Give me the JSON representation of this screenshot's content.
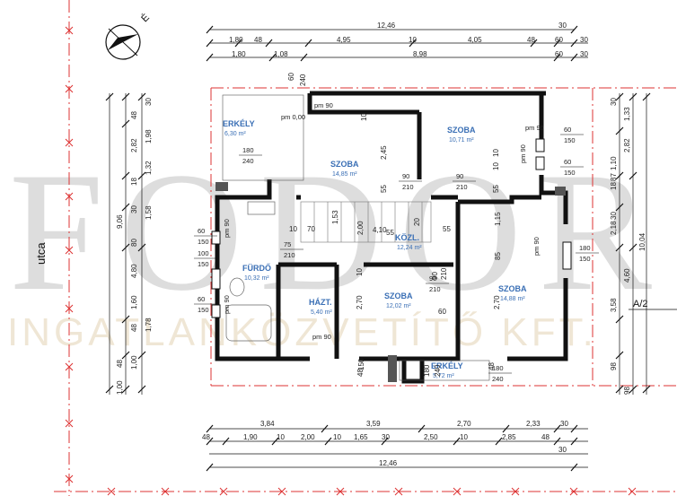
{
  "street": "utca",
  "north_mark": "É",
  "section_mark": "A/2",
  "watermark": {
    "brand": "FODOR",
    "tagline": "INGATLANKÖZVETÍTŐ KFT."
  },
  "rooms": [
    {
      "name": "ERKÉLY",
      "area": "6,30 m²"
    },
    {
      "name": "SZOBA",
      "area": "14,85 m²"
    },
    {
      "name": "SZOBA",
      "area": "10,71 m²"
    },
    {
      "name": "KÖZL.",
      "area": "12,24 m²"
    },
    {
      "name": "FÜRDŐ",
      "area": "10,32 m²"
    },
    {
      "name": "HÁZT.",
      "area": "5,40 m²"
    },
    {
      "name": "SZOBA",
      "area": "12,02 m²"
    },
    {
      "name": "SZOBA",
      "area": "14,88 m²"
    },
    {
      "name": "ERKÉLY",
      "area": "5,72 m²"
    }
  ],
  "pm_labels": [
    "pm 0,00",
    "pm 90",
    "pm 90",
    "pm 90",
    "pm 90",
    "pm 90",
    "pm 90",
    "pm 90"
  ],
  "openings": [
    {
      "w": "180",
      "h": "240"
    },
    {
      "w": "60",
      "h": "150"
    },
    {
      "w": "60",
      "h": "150"
    },
    {
      "w": "90",
      "h": "210"
    },
    {
      "w": "90",
      "h": "210"
    },
    {
      "w": "60",
      "h": "150"
    },
    {
      "w": "100",
      "h": "150"
    },
    {
      "w": "75",
      "h": "210"
    },
    {
      "w": "60",
      "h": "150"
    },
    {
      "w": "180",
      "h": "150"
    },
    {
      "w": "90",
      "h": "210"
    },
    {
      "w": "180",
      "h": "240"
    }
  ],
  "top_dims": {
    "total": "12,46",
    "row1": [
      "1,80",
      "48",
      "4,95",
      "10",
      "4,05",
      "48",
      "60",
      "30"
    ],
    "row2": [
      "1,80",
      "1,08",
      "8,98",
      "60",
      "30"
    ],
    "extra": [
      "30",
      "60",
      "240"
    ]
  },
  "left_dims": {
    "outer": [
      "9,06"
    ],
    "col1": [
      "48",
      "2,82",
      "18",
      "30",
      "80",
      "4,80",
      "1,60",
      "48",
      "1,00",
      "1,00",
      "48"
    ],
    "col2": [
      "30",
      "1,98",
      "1,32",
      "1,58",
      "1,78"
    ]
  },
  "right_dims": {
    "outer": [
      "10,04"
    ],
    "col1": [
      "30",
      "1,10",
      "87",
      "18",
      "30",
      "2,18",
      "3,58",
      "98",
      "98"
    ],
    "col2": [
      "1,33",
      "2,82",
      "4,60"
    ]
  },
  "bottom_dims": {
    "row1": [
      "3,84",
      "3,59",
      "2,70",
      "2,33",
      "30"
    ],
    "row2": [
      "48",
      "1,90",
      "10",
      "2,00",
      "10",
      "1,65",
      "30",
      "2,50",
      "10",
      "2,85",
      "48"
    ],
    "row3": [
      "30"
    ],
    "total": "12,46"
  },
  "inner_dims": [
    "2,45",
    "55",
    "1,53",
    "4,10",
    "2,00",
    "1,15",
    "55",
    "85",
    "10",
    "2,70",
    "2,70",
    "10",
    "70",
    "10",
    "55",
    "20",
    "55",
    "10",
    "10",
    "90",
    "210",
    "60",
    "150",
    "48",
    "180",
    "240",
    "48"
  ]
}
